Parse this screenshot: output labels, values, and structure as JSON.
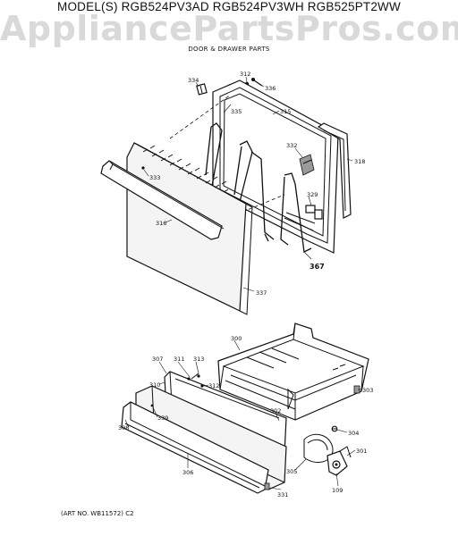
{
  "header": {
    "models": "MODEL(S) RGB524PV3AD  RGB524PV3WH  RGB525PT2WW",
    "watermark": "AppliancePartsPros.com",
    "section_title": "DOOR & DRAWER PARTS"
  },
  "footer": {
    "art_number": "(ART NO. WB11572) C2"
  },
  "callouts": {
    "p334": "334",
    "p312": "312",
    "p336": "336",
    "p335": "335",
    "p315": "315",
    "p332": "332",
    "p318": "318",
    "p333": "333",
    "p329": "329",
    "p316": "316",
    "p367": "367",
    "p337": "337",
    "p300": "300",
    "p307": "307",
    "p311": "311",
    "p313": "313",
    "p310": "310",
    "p312b": "312",
    "p303": "303",
    "p339": "339",
    "p302": "302",
    "p304": "304",
    "p308": "308",
    "p301": "301",
    "p305": "305",
    "p306": "306",
    "p109": "109",
    "p331": "331"
  }
}
